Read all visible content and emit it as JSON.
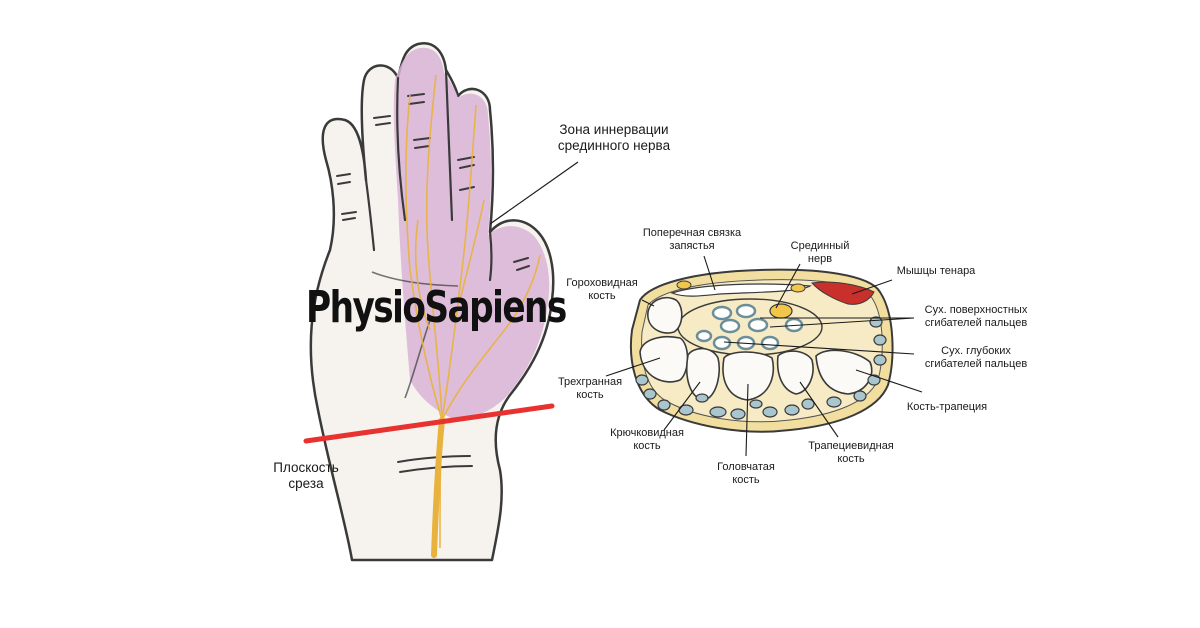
{
  "logo": "PhysioSapiens",
  "hand_labels": {
    "innervation_zone": [
      "Зона иннервации",
      "срединного нерва"
    ],
    "cut_plane": [
      "Плоскость",
      "среза"
    ]
  },
  "section_labels": {
    "transverse_ligament": [
      "Поперечная связка",
      "запястья"
    ],
    "median_nerve": [
      "Срединный",
      "нерв"
    ],
    "thenar_muscles": [
      "Мышцы тенара"
    ],
    "pisiform": [
      "Гороховидная",
      "кость"
    ],
    "superficial_flexors": [
      "Сух. поверхностных",
      "сгибателей пальцев"
    ],
    "deep_flexors": [
      "Сух. глубоких",
      "сгибателей пальцев"
    ],
    "triquetrum": [
      "Трехгранная",
      "кость"
    ],
    "trapezium": [
      "Кость-трапеция"
    ],
    "hamate": [
      "Крючковидная",
      "кость"
    ],
    "trapezoid": [
      "Трапециевидная",
      "кость"
    ],
    "capitate": [
      "Головчатая",
      "кость"
    ]
  },
  "colors": {
    "skin_outline": "#3a3a3a",
    "innervation_fill": "#d9b3d6",
    "nerve": "#e8b23c",
    "cut_line": "#e8322f",
    "section_outer": "#f2dfa0",
    "tendon_fill": "#a9c6cf",
    "muscle_red": "#c9302c"
  }
}
